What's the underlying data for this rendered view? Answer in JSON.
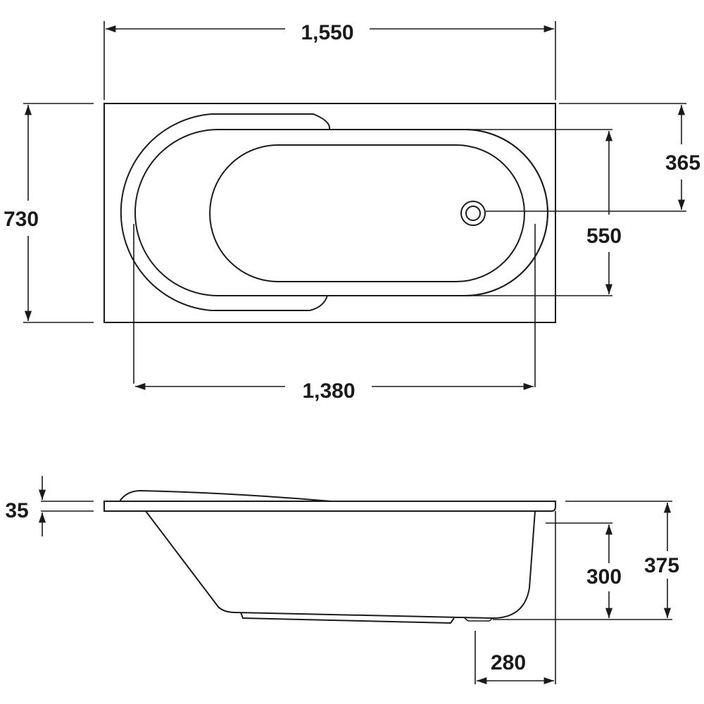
{
  "plan_view": {
    "overall_length": "1,550",
    "overall_width": "730",
    "inner_length": "1,380",
    "inner_width": "550",
    "waste_offset": "365"
  },
  "side_view": {
    "rim_thickness": "35",
    "overall_height": "375",
    "inner_depth": "300",
    "waste_setback": "280"
  }
}
